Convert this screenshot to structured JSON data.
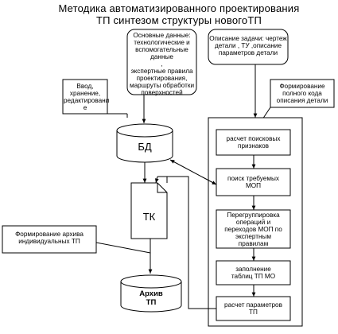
{
  "title": {
    "line1": "Методика  автоматизированного проектирования",
    "line2": "ТП синтезом структуры новогоТП"
  },
  "nodes": {
    "basic_data": {
      "lines": [
        "Основные данные:",
        "технологические  и",
        "вспомогательные данные",
        ",",
        "экспертные правила",
        "проектирования,",
        "маршруты обработки",
        "поверхностей"
      ]
    },
    "task_description": {
      "lines": [
        "Описание задачи: чертеж",
        "детали , ТУ ,описание",
        "параметров детали"
      ]
    },
    "input_storage": {
      "lines": [
        "Ввод,",
        "хранение,",
        "редактировани",
        "е"
      ]
    },
    "full_code": {
      "lines": [
        "Формирование",
        "полного кода",
        "описания детали"
      ]
    },
    "db": {
      "label": "БД"
    },
    "tk": {
      "label": "ТК"
    },
    "archive_form": {
      "lines": [
        "Формирование архива",
        "индивидуальных ТП"
      ]
    },
    "archive": {
      "lines": [
        "Архив",
        "ТП"
      ]
    },
    "step1": {
      "lines": [
        "расчет поисковых",
        "признаков"
      ]
    },
    "step2": {
      "lines": [
        "поиск требуемых",
        "МОП"
      ]
    },
    "step3": {
      "lines": [
        "Перегруппировка",
        "операций  и",
        "переходов МОП по",
        "экспертным",
        "правилам"
      ]
    },
    "step4": {
      "lines": [
        "заполнение",
        "таблиц ТП МО"
      ]
    },
    "step5": {
      "lines": [
        "расчет параметров",
        "ТП"
      ]
    }
  }
}
